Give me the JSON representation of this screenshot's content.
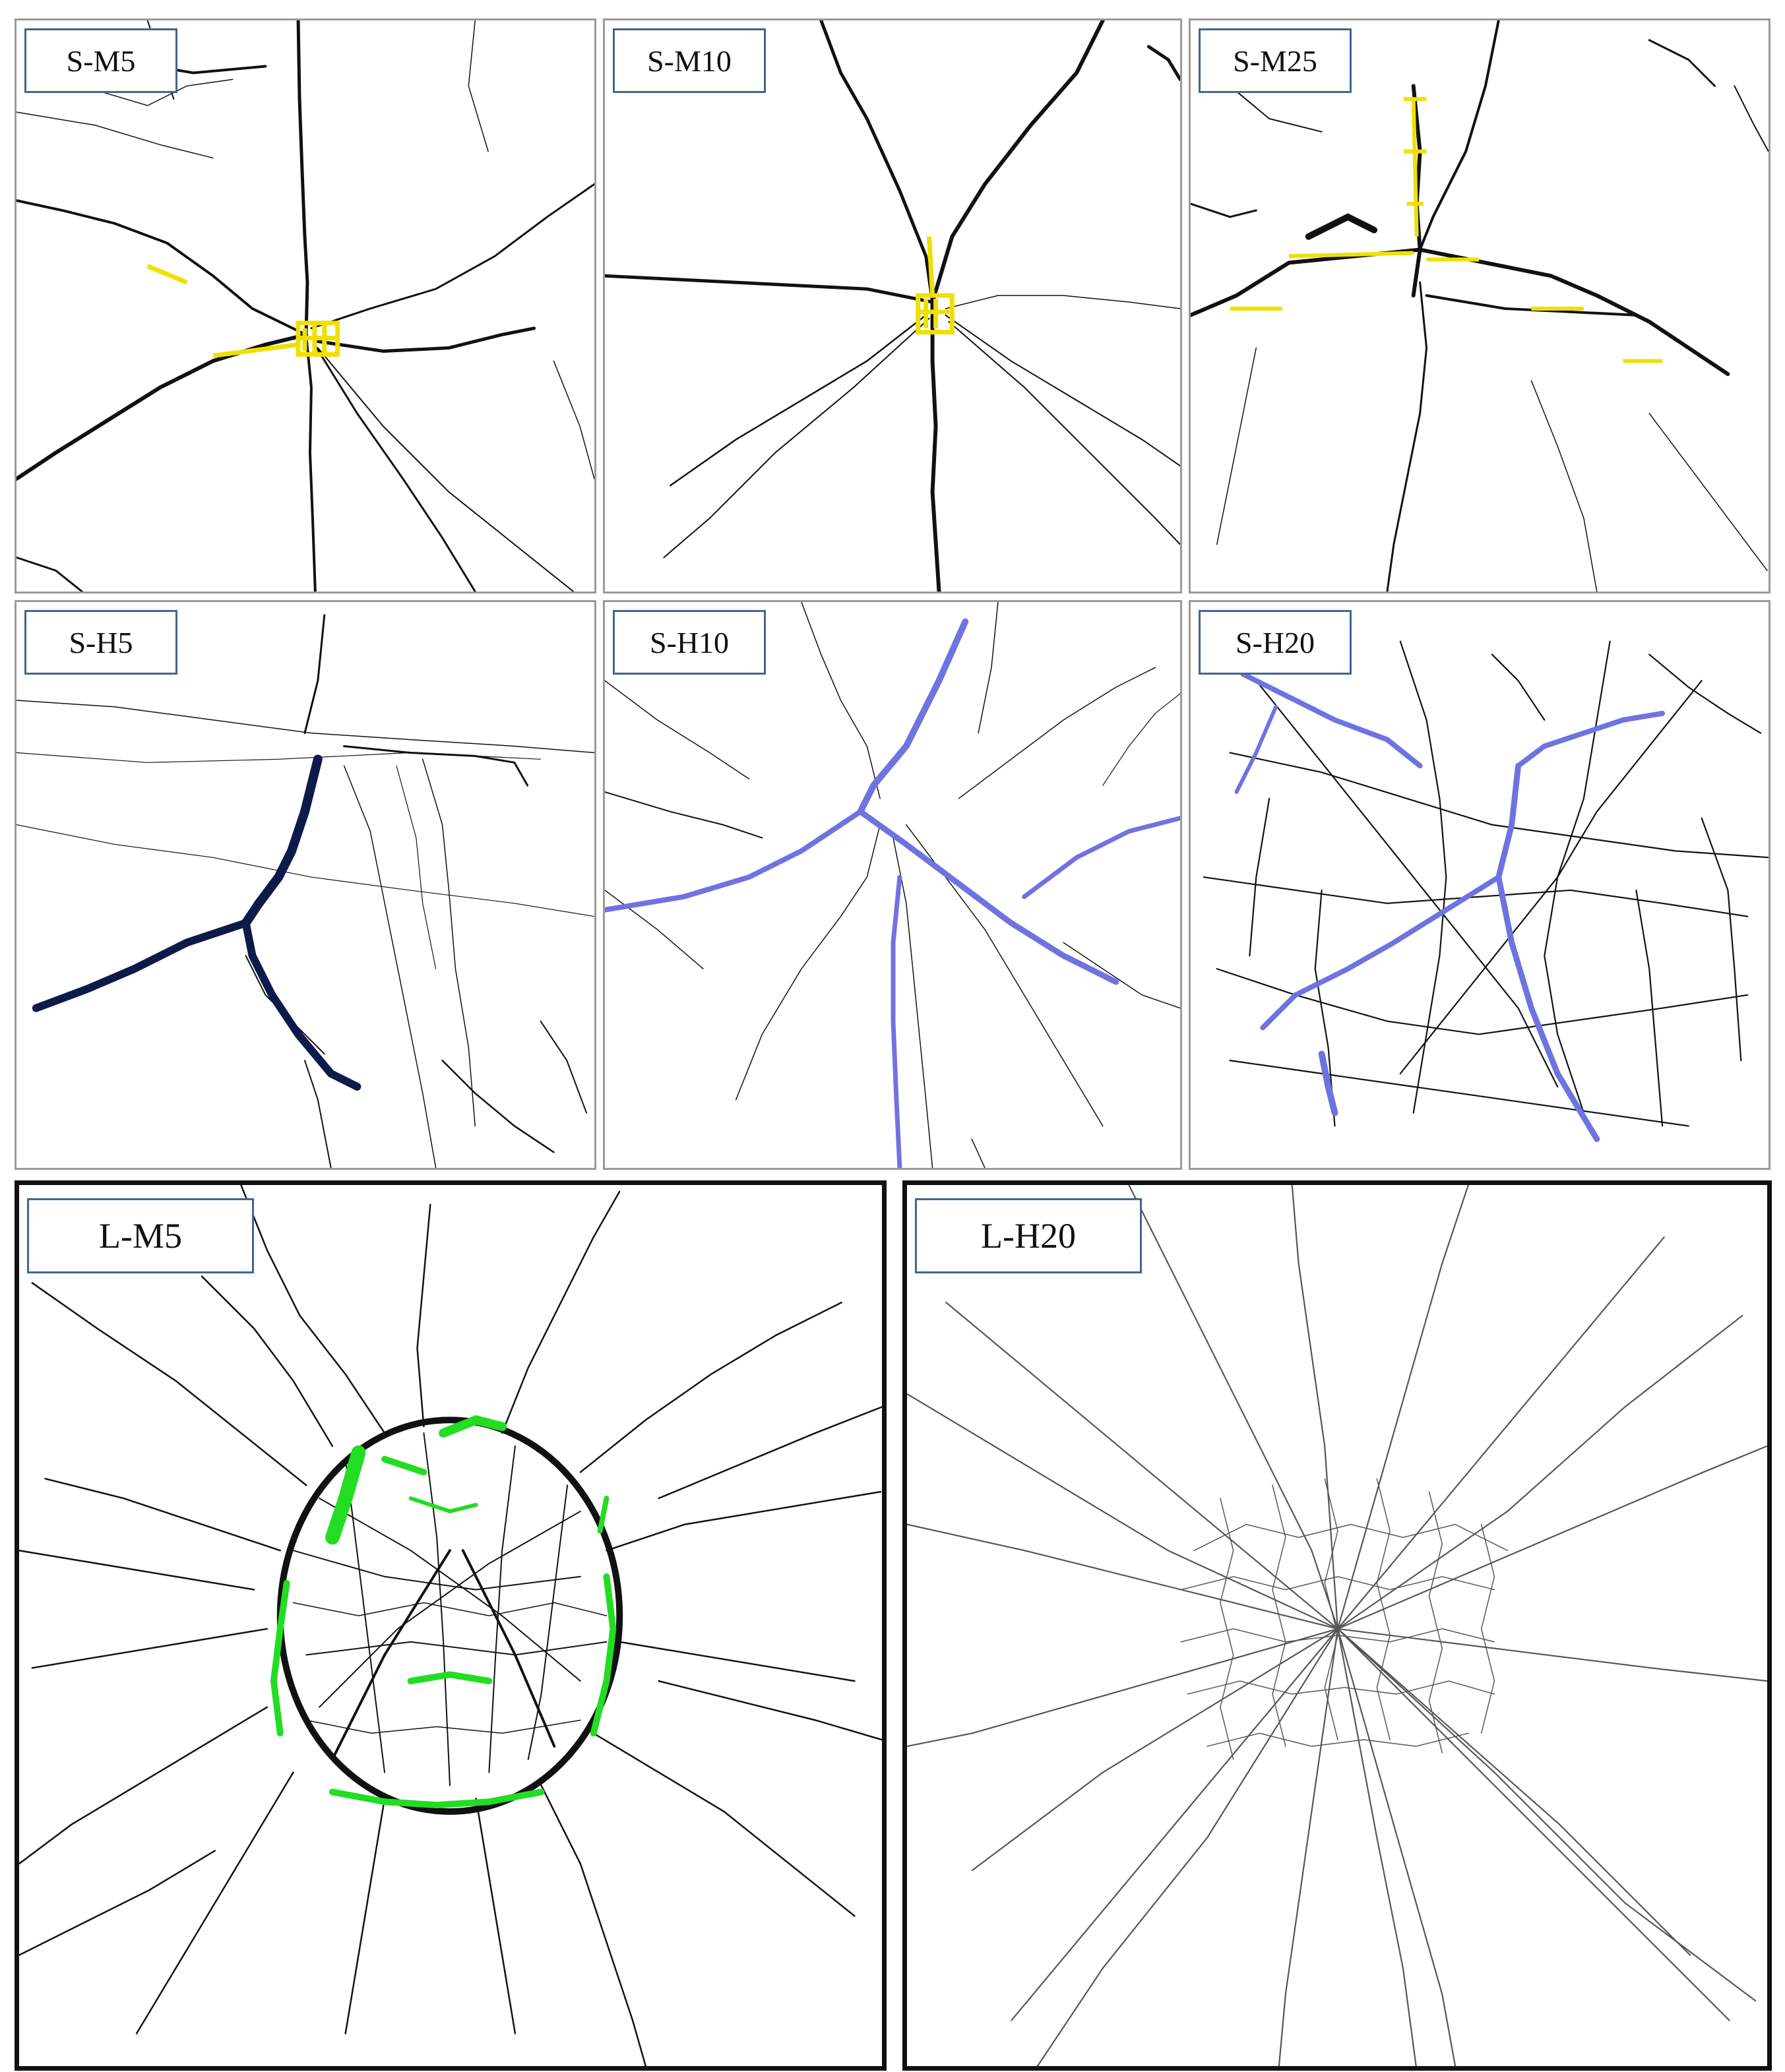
{
  "panels": [
    {
      "id": "s-m5",
      "label": "S-M5",
      "highlight": "#f0e000"
    },
    {
      "id": "s-m10",
      "label": "S-M10",
      "highlight": "#f0e000"
    },
    {
      "id": "s-m25",
      "label": "S-M25",
      "highlight": "#f0e000"
    },
    {
      "id": "s-h5",
      "label": "S-H5",
      "highlight": "#0d1a4a"
    },
    {
      "id": "s-h10",
      "label": "S-H10",
      "highlight": "#6f73e0"
    },
    {
      "id": "s-h20",
      "label": "S-H20",
      "highlight": "#6f73e0"
    },
    {
      "id": "l-m5",
      "label": "L-M5",
      "highlight": "#22dd22"
    },
    {
      "id": "l-h20",
      "label": "L-H20",
      "highlight": ""
    }
  ],
  "colors": {
    "crack": "#111111",
    "panel_border_small": "#9a9a9a",
    "panel_border_large": "#111111",
    "label_border": "#3e6794"
  }
}
